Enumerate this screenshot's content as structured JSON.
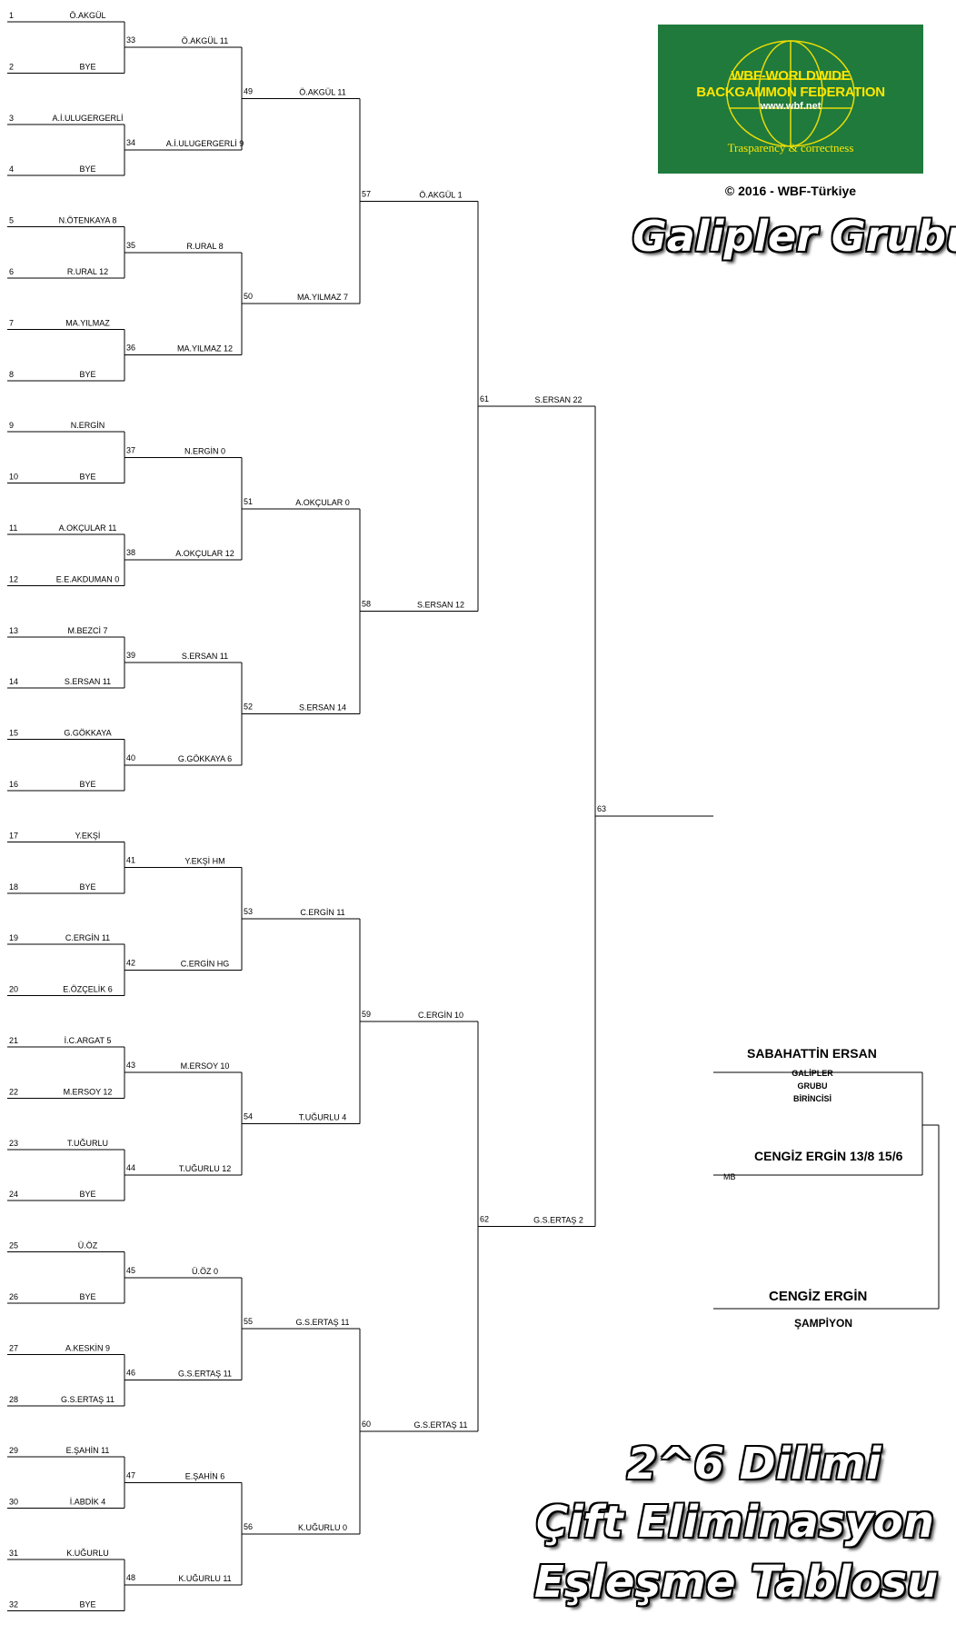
{
  "logo": {
    "line1": "WBF-WORLDWIDE",
    "line2": "BACKGAMMON FEDERATION",
    "url": "www.wbf.net",
    "tagline": "Trasparency & correctness",
    "background": "#1f7a3c",
    "text_color": "#ffe600"
  },
  "copyright": "© 2016 - WBF-Türkiye",
  "title_winners": "Galipler Grubu",
  "title_bottom": [
    "2^6 Dilimi",
    "Çift Eliminasyon",
    "Eşleşme Tablosu"
  ],
  "seeds": [
    "1",
    "2",
    "3",
    "4",
    "5",
    "6",
    "7",
    "8",
    "9",
    "10",
    "11",
    "12",
    "13",
    "14",
    "15",
    "16",
    "17",
    "18",
    "19",
    "20",
    "21",
    "22",
    "23",
    "24",
    "25",
    "26",
    "27",
    "28",
    "29",
    "30",
    "31",
    "32"
  ],
  "round1": [
    {
      "no": "33",
      "top": "Ö.AKGÜL",
      "bottom": "BYE"
    },
    {
      "no": "34",
      "top": "A.İ.ULUGERGERLİ",
      "bottom": "BYE"
    },
    {
      "no": "35",
      "top": "N.ÖTENKAYA  8",
      "bottom": "R.URAL  12"
    },
    {
      "no": "36",
      "top": "MA.YILMAZ",
      "bottom": "BYE"
    },
    {
      "no": "37",
      "top": "N.ERGİN",
      "bottom": "BYE"
    },
    {
      "no": "38",
      "top": "A.OKÇULAR  11",
      "bottom": "E.E.AKDUMAN  0"
    },
    {
      "no": "39",
      "top": "M.BEZCİ  7",
      "bottom": "S.ERSAN  11"
    },
    {
      "no": "40",
      "top": "G.GÖKKAYA",
      "bottom": "BYE"
    },
    {
      "no": "41",
      "top": "Y.EKŞİ",
      "bottom": "BYE"
    },
    {
      "no": "42",
      "top": "C.ERGİN  11",
      "bottom": "E.ÖZÇELİK  6"
    },
    {
      "no": "43",
      "top": "İ.C.ARGAT  5",
      "bottom": "M.ERSOY  12"
    },
    {
      "no": "44",
      "top": "T.UĞURLU",
      "bottom": "BYE"
    },
    {
      "no": "45",
      "top": "Ü.ÖZ",
      "bottom": "BYE"
    },
    {
      "no": "46",
      "top": "A.KESKİN  9",
      "bottom": "G.S.ERTAŞ  11"
    },
    {
      "no": "47",
      "top": "E.ŞAHİN  11",
      "bottom": "İ.ABDİK  4"
    },
    {
      "no": "48",
      "top": "K.UĞURLU",
      "bottom": "BYE"
    }
  ],
  "round2": [
    {
      "no": "49",
      "top": "Ö.AKGÜL  11",
      "bottom": "A.İ.ULUGERGERLİ  9"
    },
    {
      "no": "50",
      "top": "R.URAL  8",
      "bottom": "MA.YILMAZ  12"
    },
    {
      "no": "51",
      "top": "N.ERGİN  0",
      "bottom": "A.OKÇULAR  12"
    },
    {
      "no": "52",
      "top": "S.ERSAN  11",
      "bottom": "G.GÖKKAYA  6"
    },
    {
      "no": "53",
      "top": "Y.EKŞİ  HM",
      "bottom": "C.ERGİN  HG"
    },
    {
      "no": "54",
      "top": "M.ERSOY  10",
      "bottom": "T.UĞURLU  12"
    },
    {
      "no": "55",
      "top": "Ü.ÖZ  0",
      "bottom": "G.S.ERTAŞ  11"
    },
    {
      "no": "56",
      "top": "E.ŞAHİN  6",
      "bottom": "K.UĞURLU  11"
    }
  ],
  "round3": [
    {
      "no": "57",
      "top": "Ö.AKGÜL  11",
      "bottom": "MA.YILMAZ  7"
    },
    {
      "no": "58",
      "top": "A.OKÇULAR  0",
      "bottom": "S.ERSAN  14"
    },
    {
      "no": "59",
      "top": "C.ERGİN  11",
      "bottom": "T.UĞURLU  4"
    },
    {
      "no": "60",
      "top": "G.S.ERTAŞ  11",
      "bottom": "K.UĞURLU  0"
    }
  ],
  "round4": [
    {
      "no": "61",
      "top": "Ö.AKGÜL  1",
      "bottom": "S.ERSAN  12"
    },
    {
      "no": "62",
      "top": "C.ERGİN  10",
      "bottom": "G.S.ERTAŞ  11"
    }
  ],
  "round5": [
    {
      "no": "63",
      "top": "S.ERSAN  22",
      "bottom": "G.S.ERTAŞ  2"
    }
  ],
  "final": {
    "winners_champion": "SABAHATTİN ERSAN",
    "note_lines": [
      "GALİPLER",
      "GRUBU",
      "BİRİNCİSİ"
    ],
    "final_match": "CENGİZ ERGİN  13/8   15/6",
    "mb": "MB",
    "champion": "CENGİZ ERGİN",
    "champion_label": "ŞAMPİYON"
  }
}
